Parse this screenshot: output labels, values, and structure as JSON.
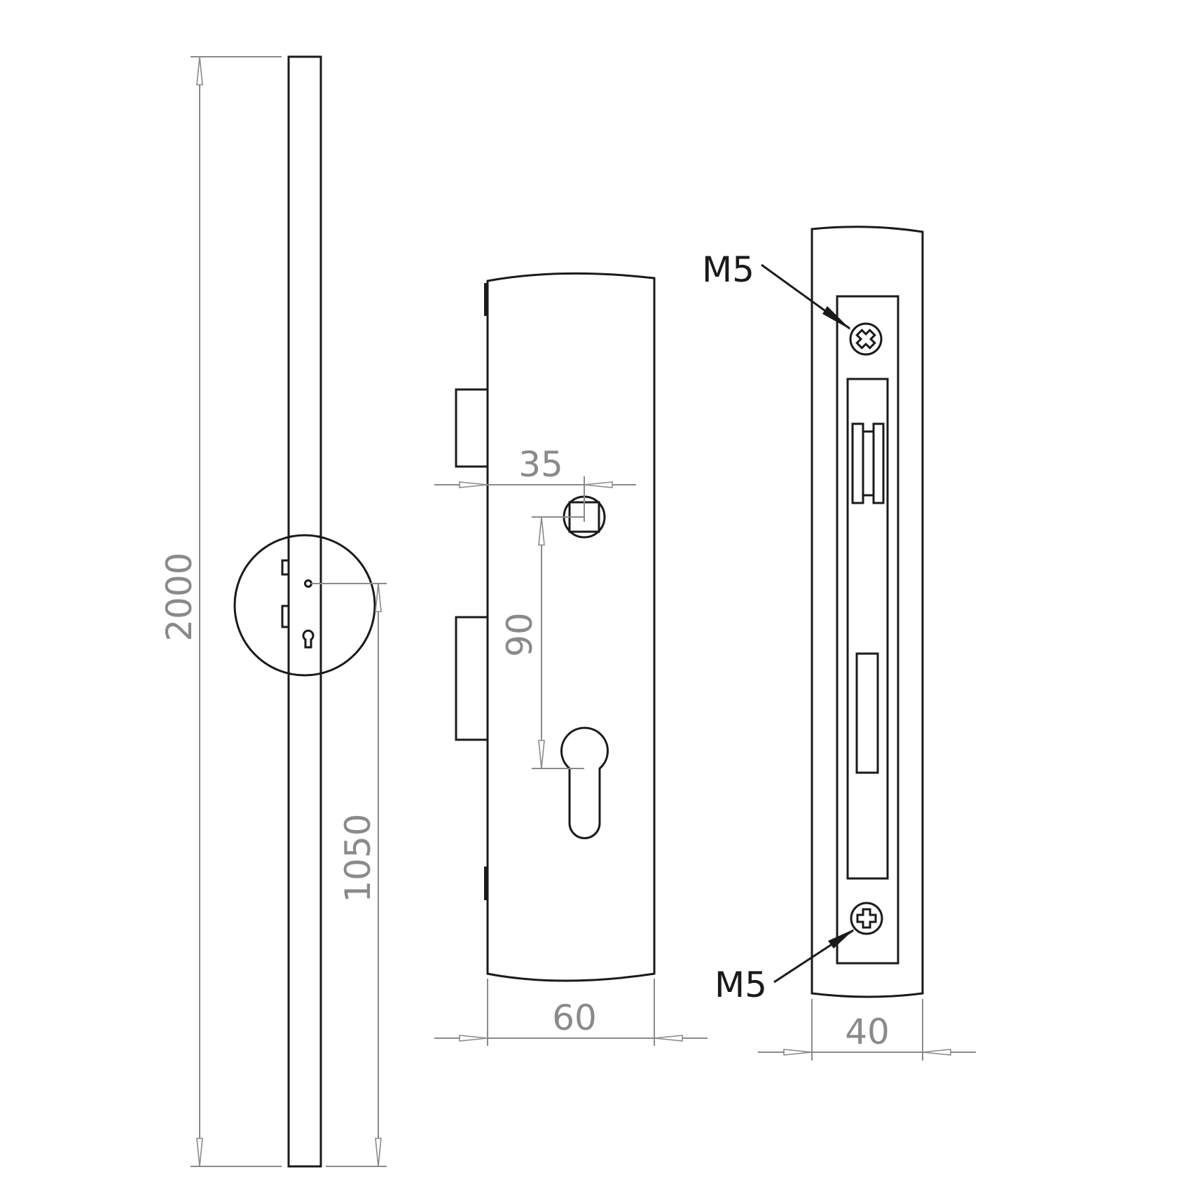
{
  "colors": {
    "background": "#ffffff",
    "object_line": "#1a1a1a",
    "dimension_line": "#8a8a8a"
  },
  "dimensions": {
    "overall_height": "2000",
    "handle_height": "1050",
    "backset": "35",
    "spindle_to_cylinder": "90",
    "faceplate_width": "60",
    "forend_width": "40"
  },
  "callouts": {
    "top_screw": "M5",
    "bottom_screw": "M5"
  }
}
